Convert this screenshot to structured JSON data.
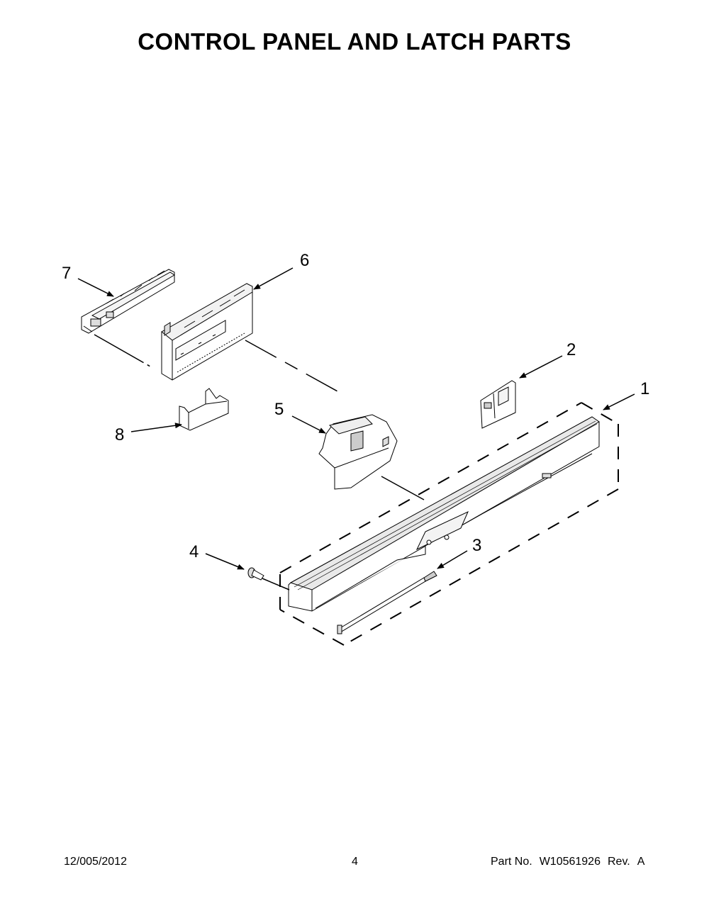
{
  "page": {
    "title": "CONTROL PANEL AND LATCH PARTS"
  },
  "callouts": [
    {
      "id": "1",
      "label": "1",
      "part": "control-panel-frame"
    },
    {
      "id": "2",
      "label": "2",
      "part": "bracket-clip"
    },
    {
      "id": "3",
      "label": "3",
      "part": "latch-rod"
    },
    {
      "id": "4",
      "label": "4",
      "part": "screw"
    },
    {
      "id": "5",
      "label": "5",
      "part": "door-latch"
    },
    {
      "id": "6",
      "label": "6",
      "part": "electronic-control-board"
    },
    {
      "id": "7",
      "label": "7",
      "part": "user-interface-board"
    },
    {
      "id": "8",
      "label": "8",
      "part": "shield-bracket"
    }
  ],
  "footer": {
    "date": "12/005/2012",
    "page_number": "4",
    "part_no_label": "Part No.",
    "part_no": "W10561926",
    "rev_label": "Rev.",
    "rev": "A"
  }
}
